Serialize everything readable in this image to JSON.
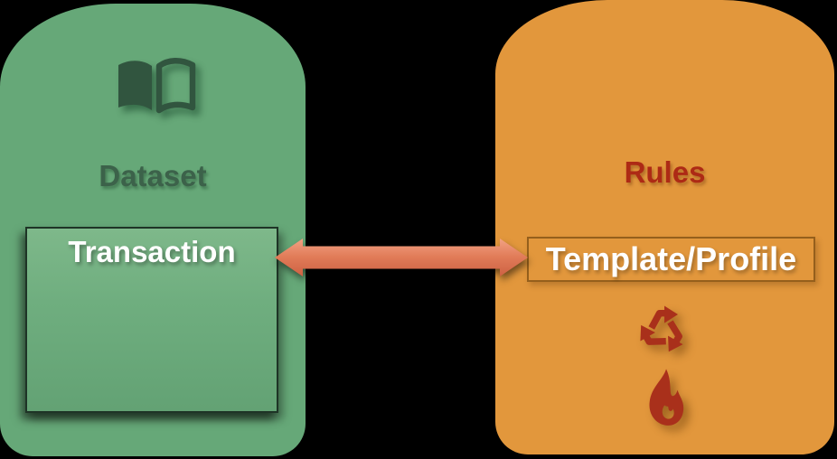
{
  "diagram": {
    "background_color": "#000000",
    "left_panel": {
      "label": "Dataset",
      "fill_color": "#66a878",
      "accent_color": "#3c624a",
      "icon": "open-book-icon",
      "inner_box": {
        "label": "Transaction",
        "fill_color": "#6fae7f",
        "border_color": "#1e3426",
        "text_color": "#ffffff"
      }
    },
    "right_panel": {
      "label": "Rules",
      "fill_color": "#e2973c",
      "accent_color": "#ad2a15",
      "icon": "check-circle-icon",
      "icon_colors": {
        "circle": "#b02c19",
        "check": "#8e7b33"
      },
      "inner_box": {
        "label": "Template/Profile",
        "fill_color": "transparent",
        "border_color": "#955f1c",
        "text_color": "#ffffff"
      },
      "bottom_icons": [
        "recycle-icon",
        "flame-icon"
      ],
      "bottom_icon_color": "#a9301b"
    },
    "connector": {
      "type": "double-headed-arrow",
      "color": "#e07a57",
      "connects": [
        "Transaction",
        "Template/Profile"
      ]
    }
  }
}
